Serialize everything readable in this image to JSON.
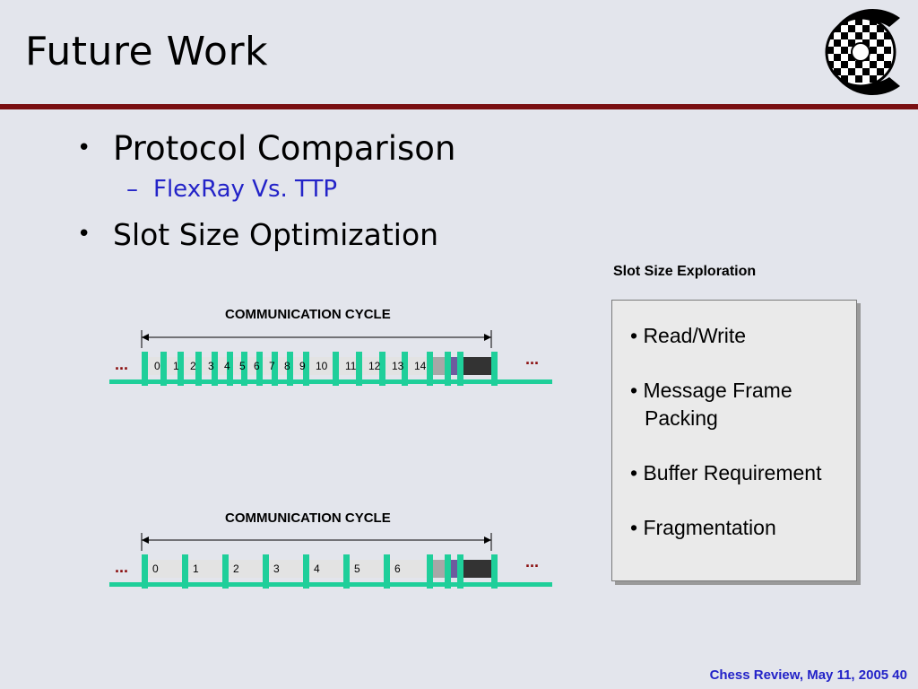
{
  "title": "Future Work",
  "bullets": [
    {
      "text": "Protocol Comparison",
      "sub": "FlexRay Vs. TTP"
    },
    {
      "text": "Slot Size Optimization"
    }
  ],
  "panel": {
    "caption": "Slot Size Exploration",
    "items": [
      "• Read/Write",
      "• Message Frame",
      "Packing",
      "• Buffer Requirement",
      "• Fragmentation"
    ]
  },
  "diagrams": [
    {
      "label": "COMMUNICATION CYCLE",
      "slots": [
        "0",
        "1",
        "2",
        "3",
        "4",
        "5",
        "6",
        "7",
        "8",
        "9",
        "10",
        "11",
        "12",
        "13",
        "14"
      ]
    },
    {
      "label": "COMMUNICATION CYCLE",
      "slots": [
        "0",
        "1",
        "2",
        "3",
        "4",
        "5",
        "6"
      ]
    }
  ],
  "ellipsis": "...",
  "footer": "Chess Review, May 11, 2005  40",
  "colors": {
    "accent_rule": "#7a0f12",
    "green": "#1fcf9a",
    "blue_text": "#2323c8"
  }
}
